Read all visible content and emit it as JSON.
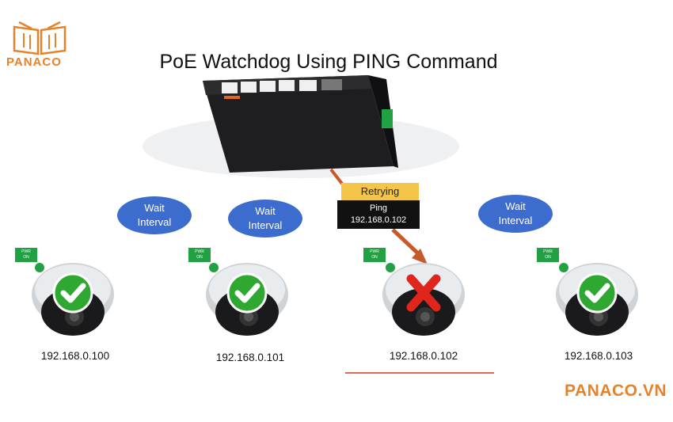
{
  "header": {
    "title": "PoE Watchdog Using PING Command",
    "logo_text": "PANACO"
  },
  "footer": {
    "brand": "PANACO.VN"
  },
  "switch": {
    "status_tag": "Retrying",
    "ping_label": "Ping",
    "ping_target": "192.168.0.102"
  },
  "wait_bubbles": [
    {
      "line1": "Wait",
      "line2": "Interval"
    },
    {
      "line1": "Wait",
      "line2": "Interval"
    },
    {
      "line1": "Wait",
      "line2": "Interval"
    }
  ],
  "cameras": [
    {
      "ip": "192.168.0.100",
      "pwr": "PWR",
      "on": "ON",
      "status": "ok"
    },
    {
      "ip": "192.168.0.101",
      "pwr": "PWR",
      "on": "ON",
      "status": "ok"
    },
    {
      "ip": "192.168.0.102",
      "pwr": "PWR",
      "on": "ON",
      "status": "fail"
    },
    {
      "ip": "192.168.0.103",
      "pwr": "PWR",
      "on": "ON",
      "status": "ok"
    }
  ],
  "colors": {
    "brand_orange": "#e8822a",
    "bubble_blue": "#3d6ccf",
    "ok_green": "#2fa832",
    "fail_red": "#e0261c",
    "tag_yellow": "#f3c64a",
    "led_green": "#21a142"
  }
}
